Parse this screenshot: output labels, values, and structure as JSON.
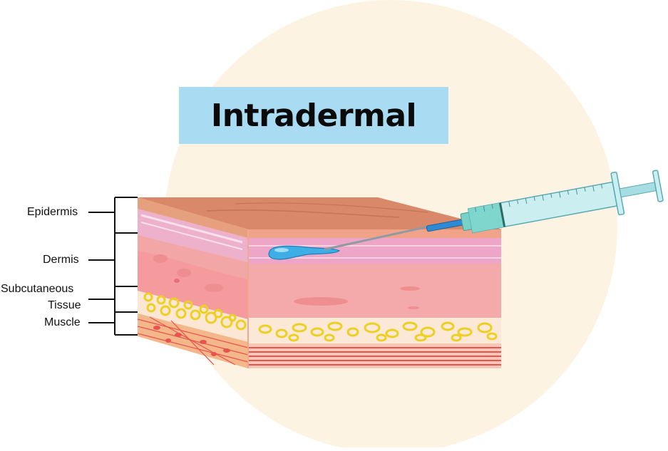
{
  "title": "Intradermal",
  "labels": {
    "epidermis": "Epidermis",
    "dermis": "Dermis",
    "subcutaneous_line1": "Subcutaneous",
    "subcutaneous_line2": "Tissue",
    "muscle": "Muscle"
  },
  "colors": {
    "background_circle": "#fdf3e2",
    "title_box": "#a9dcf3",
    "skin_top": "#d9896a",
    "epidermis": "#eea6c8",
    "dermis": "#f4a9ab",
    "fat": "#f3dc4a",
    "muscle": "#e8534f",
    "injected_fluid": "#3eaee6",
    "syringe_barrel": "#b9e6ec"
  },
  "icons": {
    "syringe": "syringe-icon",
    "bleb": "fluid-bleb-icon"
  }
}
